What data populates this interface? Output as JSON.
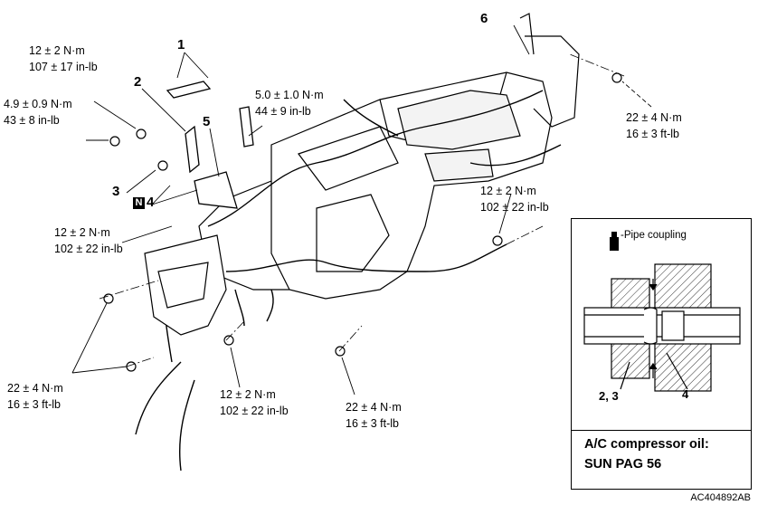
{
  "torque_specs": {
    "t1_nm": "12 ± 2 N·m",
    "t1_in": "107 ± 17 in-lb",
    "t2_nm": "4.9 ± 0.9 N·m",
    "t2_in": "43 ± 8 in-lb",
    "t3_nm": "5.0 ± 1.0 N·m",
    "t3_in": "44 ± 9 in-lb",
    "t4_nm": "22 ± 4 N·m",
    "t4_ft": "16 ± 3 ft-lb",
    "t5_nm": "12 ± 2 N·m",
    "t5_in": "102 ± 22 in-lb",
    "t6_nm": "12 ± 2 N·m",
    "t6_in": "102 ± 22 in-lb",
    "t7_nm": "22 ± 4 N·m",
    "t7_ft": "16 ± 3 ft-lb",
    "t8_nm": "12 ± 2 N·m",
    "t8_in": "102 ± 22 in-lb",
    "t9_nm": "22 ± 4 N·m",
    "t9_ft": "16 ± 3 ft-lb"
  },
  "callouts": {
    "c1": "1",
    "c2": "2",
    "c3": "3",
    "c4": "4",
    "c5": "5",
    "c6": "6",
    "n_badge": "N"
  },
  "inset": {
    "legend": "-Pipe coupling",
    "label_23": "2, 3",
    "label_4": "4",
    "oil_line1": "A/C compressor oil:",
    "oil_line2": "SUN PAG 56"
  },
  "figure_code": "AC404892AB",
  "icons": [
    "pipe-coupling-icon",
    "bolt-icon"
  ]
}
